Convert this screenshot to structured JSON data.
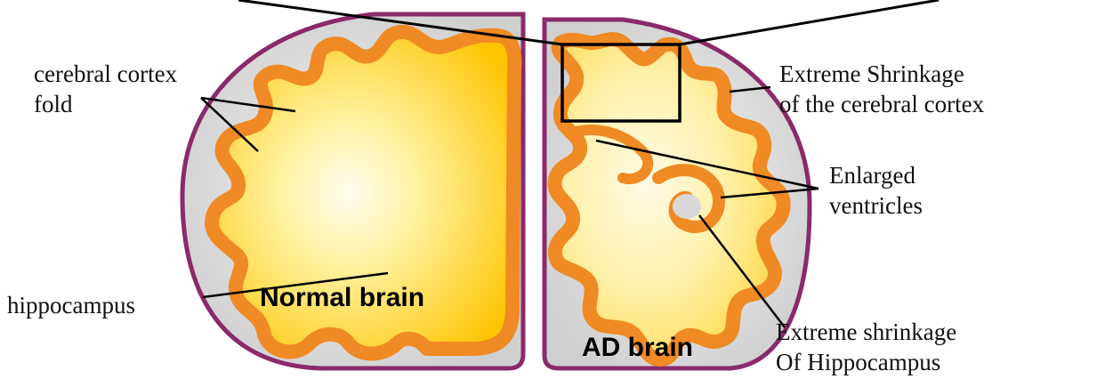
{
  "labels": {
    "cortex_fold_line1": "cerebral cortex",
    "cortex_fold_line2": "fold",
    "hippocampus": "hippocampus",
    "normal_brain": "Normal brain",
    "ad_brain": "AD brain",
    "extreme_shrinkage_cortex_line1": "Extreme Shrinkage",
    "extreme_shrinkage_cortex_line2": "of the cerebral cortex",
    "enlarged_ventricles_line1": "Enlarged",
    "enlarged_ventricles_line2": "ventricles",
    "extreme_shrinkage_hippocampus_line1": "Extreme shrinkage",
    "extreme_shrinkage_hippocampus_line2": "Of Hippocampus"
  },
  "colors": {
    "outline": "#8a2a6a",
    "cortex": "#f08a24",
    "cortex_edge": "#c85f10",
    "interior_light": "#fffbe0",
    "interior_yellow": "#ffd21a",
    "background_gray": "#dcdcdc",
    "leader_line": "#000000"
  }
}
